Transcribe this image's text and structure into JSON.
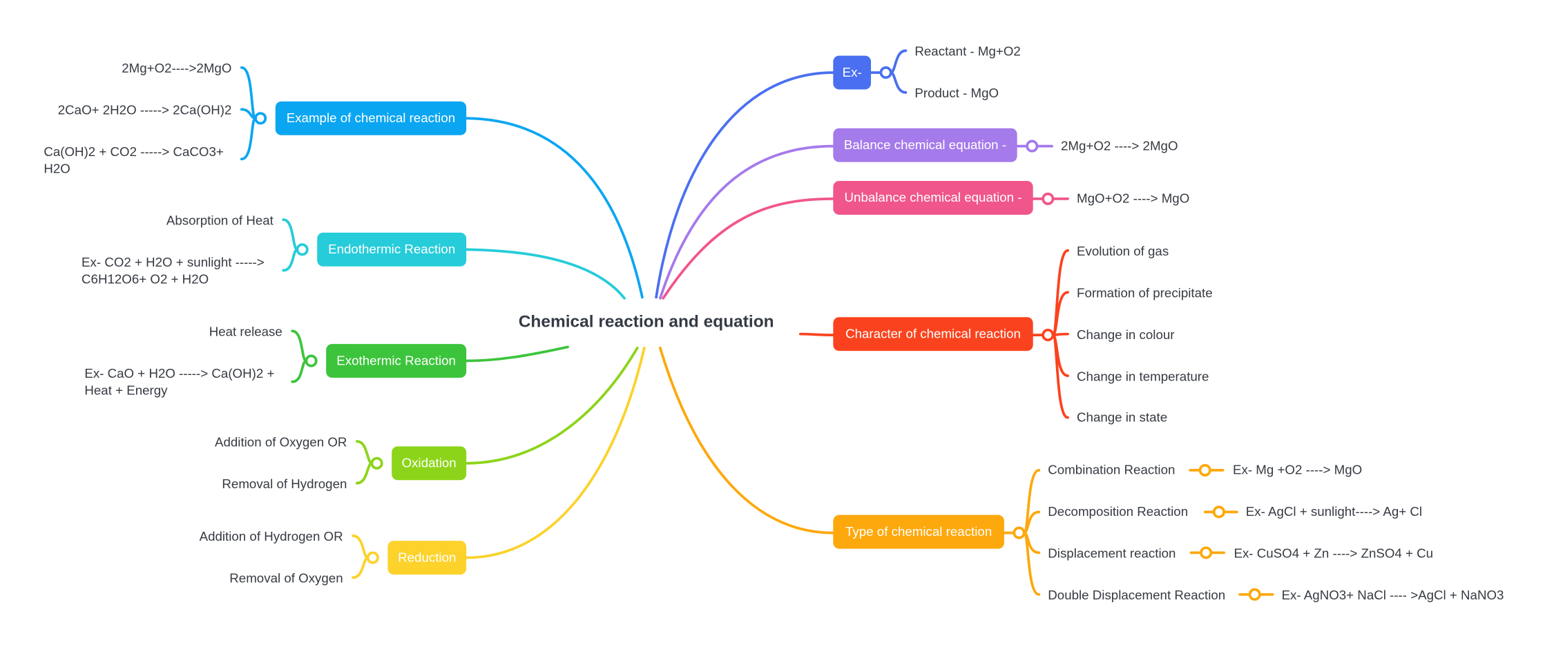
{
  "central_topic": "Chemical reaction and equation",
  "colors": {
    "example": "#0ba6f2",
    "endothermic": "#26ccd9",
    "exothermic": "#3cc43c",
    "oxidation": "#8cd41a",
    "reduction": "#fcd22b",
    "ex": "#4a6ff0",
    "balance": "#a57aeb",
    "unbalance": "#f0568b",
    "character": "#fa431e",
    "type": "#fda80c"
  },
  "left": {
    "example": {
      "label": "Example of chemical reaction",
      "items": [
        "2Mg+O2---->2MgO",
        "2CaO+ 2H2O -----> 2Ca(OH)2",
        "Ca(OH)2 + CO2 -----> CaCO3+\nH2O"
      ]
    },
    "endothermic": {
      "label": "Endothermic Reaction",
      "items": [
        "Absorption of Heat",
        "Ex- CO2 + H2O + sunlight ----->\nC6H12O6+ O2 + H2O"
      ]
    },
    "exothermic": {
      "label": "Exothermic Reaction",
      "items": [
        "Heat release",
        "Ex- CaO + H2O -----> Ca(OH)2 +\nHeat + Energy"
      ]
    },
    "oxidation": {
      "label": "Oxidation",
      "items": [
        "Addition of Oxygen OR",
        "Removal of Hydrogen"
      ]
    },
    "reduction": {
      "label": "Reduction",
      "items": [
        "Addition of Hydrogen OR",
        "Removal of Oxygen"
      ]
    }
  },
  "right": {
    "ex": {
      "label": "Ex-",
      "items": [
        "Reactant - Mg+O2",
        "Product - MgO"
      ]
    },
    "balance": {
      "label": "Balance chemical equation -",
      "items": [
        "2Mg+O2 ----> 2MgO"
      ]
    },
    "unbalance": {
      "label": "Unbalance chemical equation -",
      "items": [
        "MgO+O2 ----> MgO"
      ]
    },
    "character": {
      "label": "Character of chemical reaction",
      "items": [
        "Evolution of gas",
        "Formation of precipitate",
        "Change in colour",
        "Change in temperature",
        "Change in state"
      ]
    },
    "type": {
      "label": "Type of chemical reaction",
      "items": [
        {
          "name": "Combination Reaction",
          "example": "Ex- Mg +O2 ----> MgO"
        },
        {
          "name": "Decomposition Reaction",
          "example": "Ex- AgCl + sunlight----> Ag+ Cl"
        },
        {
          "name": "Displacement reaction",
          "example": "Ex- CuSO4 + Zn ----> ZnSO4 + Cu"
        },
        {
          "name": "Double Displacement Reaction",
          "example": "Ex- AgNO3+ NaCl ---- >AgCl + NaNO3"
        }
      ]
    }
  }
}
